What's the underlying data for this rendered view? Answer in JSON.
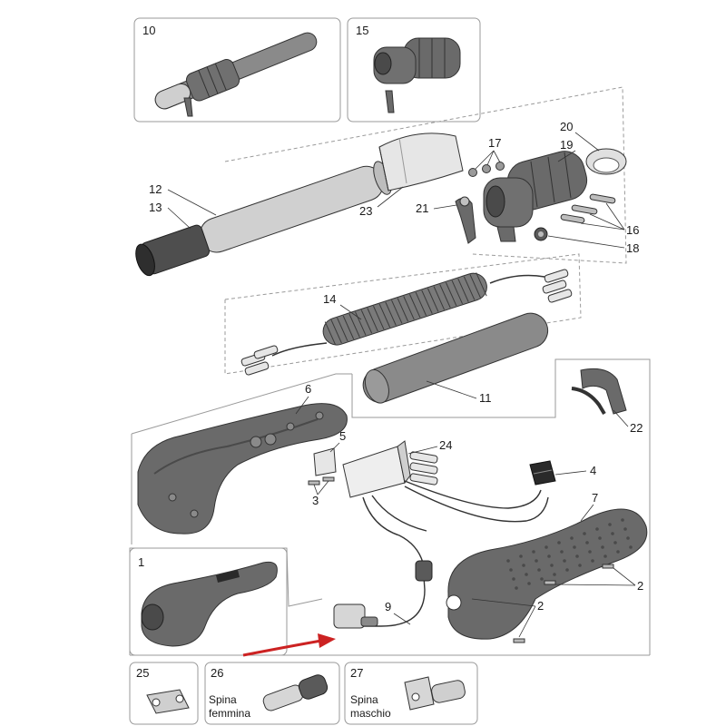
{
  "diagram": {
    "labels": {
      "p1": "1",
      "p2a": "2",
      "p2b": "2",
      "p3": "3",
      "p4": "4",
      "p5": "5",
      "p6": "6",
      "p7": "7",
      "p9": "9",
      "p10": "10",
      "p11": "11",
      "p12": "12",
      "p13": "13",
      "p14": "14",
      "p15": "15",
      "p16": "16",
      "p17": "17",
      "p18": "18",
      "p19": "19",
      "p20": "20",
      "p21": "21",
      "p22": "22",
      "p23": "23",
      "p24": "24",
      "p25": "25",
      "p26": "26",
      "p27": "27"
    },
    "captions": {
      "spina_femmina_1": "Spina",
      "spina_femmina_2": "femmina",
      "spina_maschio_1": "Spina",
      "spina_maschio_2": "maschio"
    },
    "colors": {
      "part_dark": "#5a5a5a",
      "part_mid": "#8a8a8a",
      "part_light": "#c9c9c9",
      "frame": "#9a9a9a",
      "arrow": "#cc2222"
    }
  }
}
